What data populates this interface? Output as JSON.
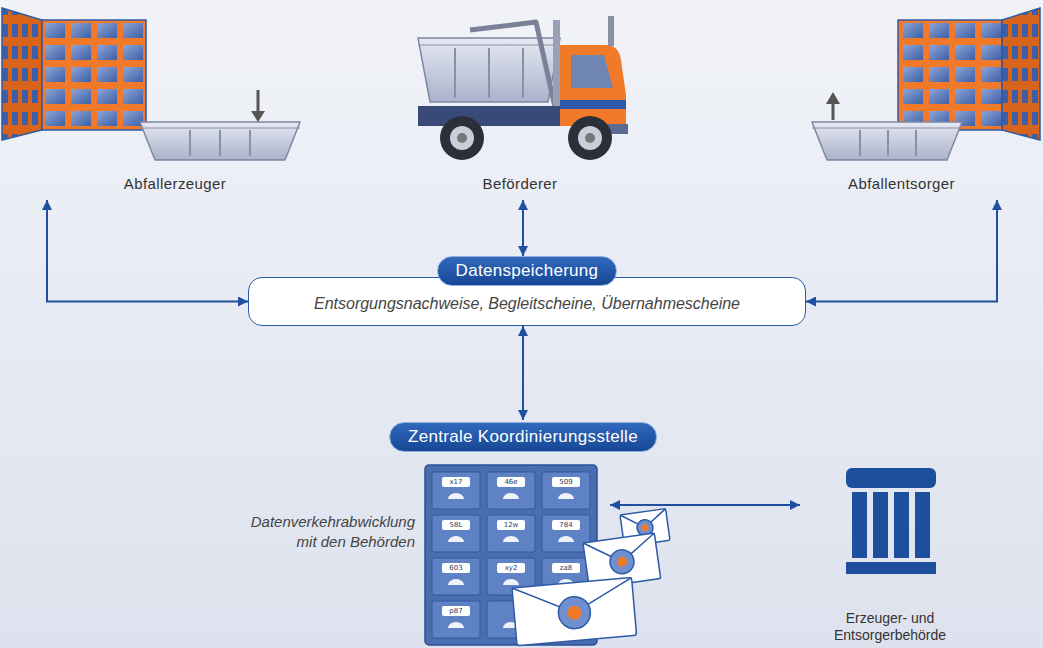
{
  "diagram": {
    "nodes": [
      {
        "text": [
          "Abfallerzeuger"
        ]
      },
      {
        "text": [
          "Beförderer"
        ]
      },
      {
        "text": [
          "Abfallentsorger"
        ]
      },
      {
        "text": [
          "Datenspeicherung",
          "Entsorgungsnachweise, Begleitscheine, Übernahmescheine"
        ]
      },
      {
        "text": [
          "Zentrale Koordinierungsstelle",
          "Datenverkehrabwicklung mit den Behörden"
        ]
      },
      {
        "text": [
          "Erzeuger- und Entsorgerbehörde"
        ]
      }
    ],
    "edges": [
      {
        "from": 0,
        "to": 3,
        "arrow": "both"
      },
      {
        "from": 1,
        "to": 3,
        "arrow": "both"
      },
      {
        "from": 2,
        "to": 3,
        "arrow": "both"
      },
      {
        "from": 3,
        "to": 4,
        "arrow": "both"
      },
      {
        "from": 4,
        "to": 5,
        "arrow": "both"
      }
    ],
    "labels": [
      "x17",
      "46e",
      "509",
      "58L",
      "12w",
      "784",
      "603",
      "xy2",
      "za8",
      "p87"
    ]
  }
}
